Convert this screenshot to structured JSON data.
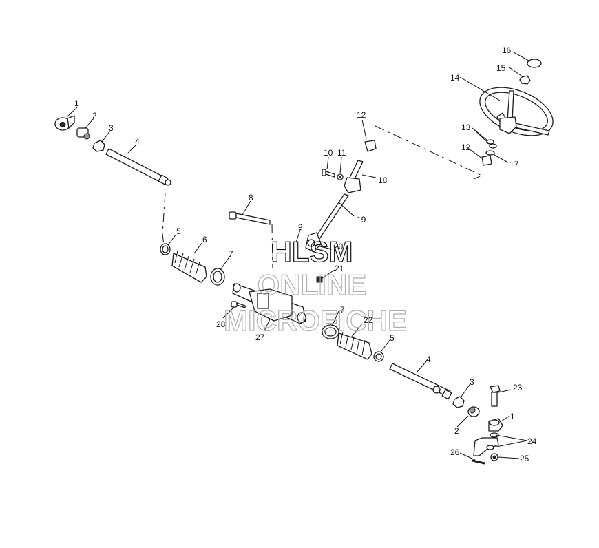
{
  "diagram": {
    "callouts": [
      "1",
      "2",
      "3",
      "4",
      "5",
      "6",
      "7",
      "8",
      "9",
      "10",
      "11",
      "12",
      "13",
      "14",
      "15",
      "16",
      "17",
      "18",
      "19",
      "20",
      "21",
      "22",
      "23",
      "24",
      "25",
      "26",
      "27",
      "28"
    ],
    "watermark": {
      "line1": "HLSM",
      "line2": "ONLINE",
      "line3": "MICROFICHE"
    }
  },
  "colors": {
    "ink": "#1a1a1a",
    "watermark_dark": "#111111",
    "watermark_light": "#b0b0b0"
  }
}
